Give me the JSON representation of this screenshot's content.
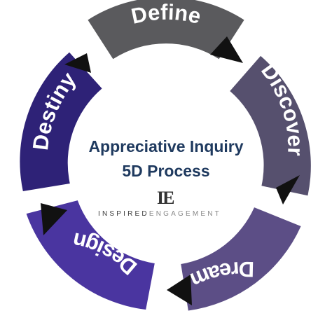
{
  "diagram": {
    "type": "cycle",
    "title_line1": "Appreciative Inquiry",
    "title_line2": "5D Process",
    "steps": [
      {
        "label": "Define",
        "color": "#5a5a5d"
      },
      {
        "label": "Discover",
        "color": "#56506e"
      },
      {
        "label": "Dream",
        "color": "#5c4e86"
      },
      {
        "label": "Design",
        "color": "#4a35a0"
      },
      {
        "label": "Destiny",
        "color": "#2e2277"
      }
    ],
    "arrow_color": "#111111",
    "title_color": "#1f3a5f"
  },
  "brand": {
    "mark": "IE",
    "name_part1": "INSPIRED",
    "name_part2": "ENGAGEMENT"
  }
}
